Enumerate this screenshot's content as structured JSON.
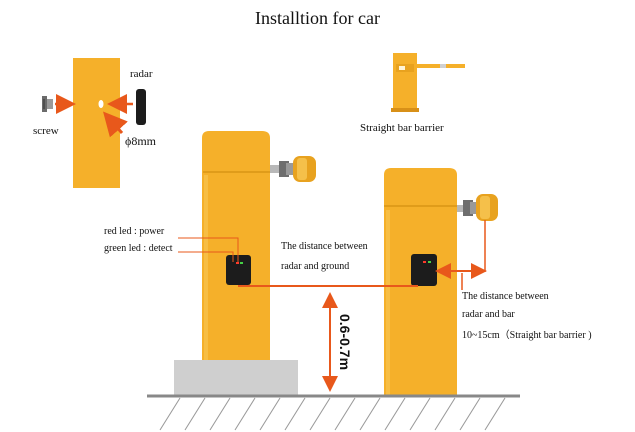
{
  "title": "Installtion for car",
  "labels": {
    "radar": "radar",
    "screw": "screw",
    "diameter": "ϕ8mm",
    "barrier_type": "Straight bar barrier",
    "red_led": "red led : power",
    "green_led": "green led : detect",
    "dist_ground_1": "The distance between",
    "dist_ground_2": "radar and ground",
    "dist_bar_1": "The distance between",
    "dist_bar_2": "radar and bar",
    "dist_bar_3": "10~15cm（Straight bar barrier )",
    "height_value": "0.6-0.7m"
  },
  "colors": {
    "post": "#f5b02a",
    "post_edge": "#e8a21f",
    "post_light": "#f8c24b",
    "arrow": "#e8581b",
    "radar": "#1c1c1c",
    "base": "#cfcfcf",
    "ground": "#888888"
  },
  "icons": [
    "screw-icon",
    "radar-icon",
    "barrier-icon",
    "radar-sensor-icon",
    "ground-hatch"
  ]
}
